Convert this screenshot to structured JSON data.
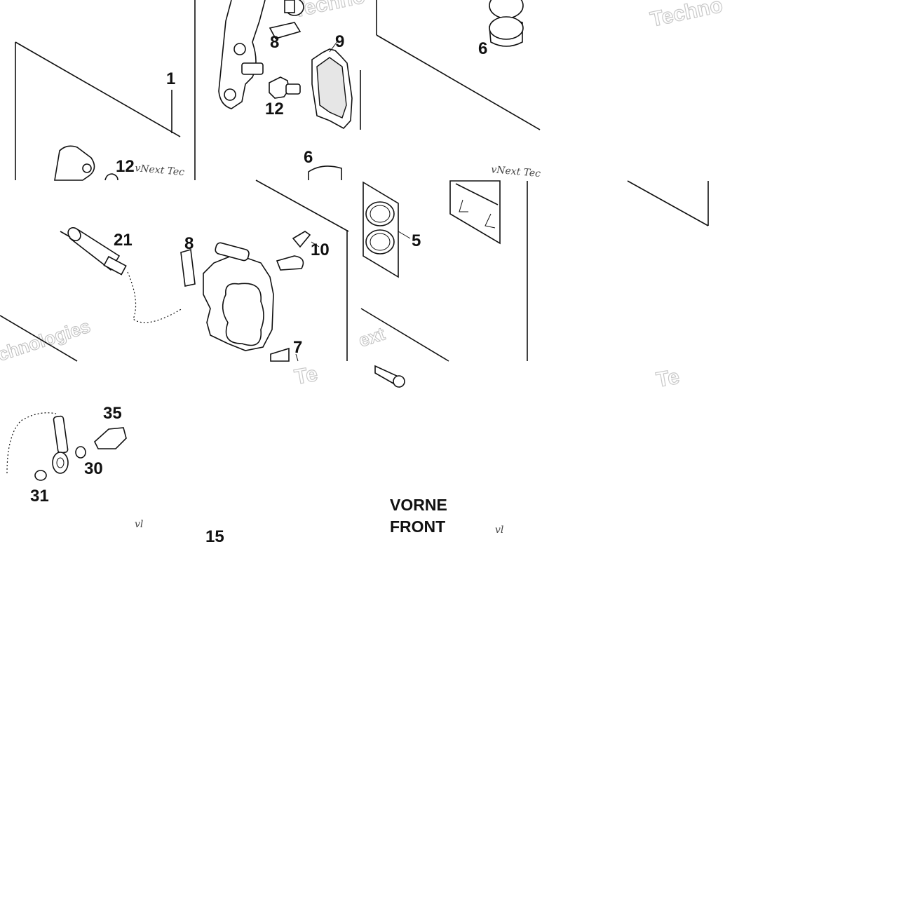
{
  "callouts": {
    "c1": "1",
    "c5": "5",
    "c6a": "6",
    "c6b": "6",
    "c7": "7",
    "c8a": "8",
    "c8b": "8",
    "c9": "9",
    "c10": "10",
    "c12a": "12",
    "c12b": "12",
    "c15": "15",
    "c21": "21",
    "c30": "30",
    "c31": "31",
    "c35": "35"
  },
  "headings": {
    "line1": "VORNE",
    "line2": "FRONT"
  },
  "watermarks": {
    "small1": "vNext Tec",
    "small2": "vNext Tec",
    "small3": "vl",
    "small4": "vl",
    "brand1": "Techno",
    "brand2": "Techno",
    "brand3": "Te",
    "brand4": "Te",
    "brand5": "chnologies",
    "brand6": "ext"
  }
}
